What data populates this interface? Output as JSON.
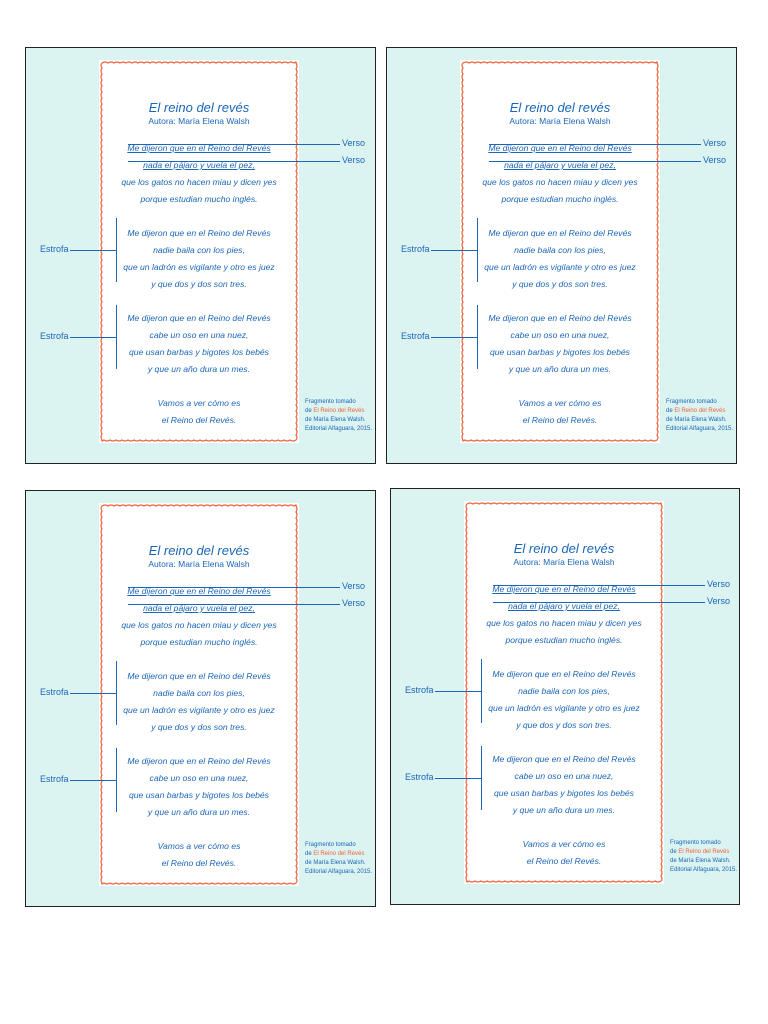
{
  "poem": {
    "title": "El reino del revés",
    "author": "Autora: María Elena Walsh",
    "stanza1": [
      "Me dijeron que en el Reino del Revés",
      "nada el pájaro y vuela el pez,",
      "que los gatos no hacen miau y dicen yes",
      "porque estudian mucho inglés."
    ],
    "stanza2": [
      "Me dijeron que en el Reino del Revés",
      "nadie baila con los pies,",
      "que un ladrón es vigilante y otro es juez",
      "y que dos y dos son tres."
    ],
    "stanza3": [
      "Me dijeron que en el Reino del Revés",
      "cabe un oso en una nuez,",
      "que usan barbas y bigotes los bebés",
      "y que un año dura un mes."
    ],
    "closing": [
      "Vamos a ver cómo es",
      "el Reino del Revés."
    ]
  },
  "labels": {
    "verso": "Verso",
    "estrofa": "Estrofa"
  },
  "source_note": {
    "line1": "Fragmento tomado",
    "line2_prefix": "de ",
    "line2_book": "El Reino del Revés",
    "line3": "de María Elena Walsh.",
    "line4": "Editorial Alfaguara, 2015."
  },
  "colors": {
    "panel_bg": "#dbf3f1",
    "text_blue": "#1b66b8",
    "border_orange": "#f0623a"
  }
}
